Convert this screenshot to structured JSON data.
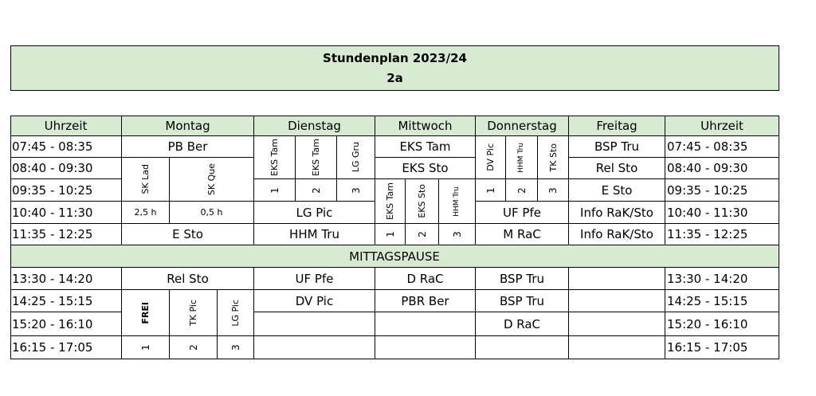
{
  "title": "Stundenplan 2023/24",
  "class_name": "2a",
  "headers": [
    "Uhrzeit",
    "Montag",
    "Dienstag",
    "Mittwoch",
    "Donnerstag",
    "Freitag",
    "Uhrzeit"
  ],
  "times": [
    "07:45 - 08:35",
    "08:40 - 09:30",
    "09:35 - 10:25",
    "10:40 - 11:30",
    "11:35 - 12:25",
    "13:30 - 14:20",
    "14:25 - 15:15",
    "15:20 - 16:10",
    "16:15 - 17:05"
  ],
  "break_label": "MITTAGSPAUSE",
  "montag": {
    "p1": "PB Ber",
    "group_a": "SK Lad",
    "group_b": "SK Que",
    "dur_a": "2,5 h",
    "dur_b": "0,5 h",
    "p5": "E Sto",
    "p6": "Rel Sto",
    "afternoon": [
      "FREI",
      "TK Pic",
      "LG Pic"
    ],
    "afternoon_nums": [
      "1",
      "2",
      "3"
    ]
  },
  "dienstag": {
    "groups": [
      "EKS Tam",
      "EKS Tam",
      "LG Gru"
    ],
    "nums": [
      "1",
      "2",
      "3"
    ],
    "p4": "LG Pic",
    "p5": "HHM Tru",
    "p6": "UF Pfe",
    "p7": "DV Pic"
  },
  "mittwoch": {
    "p1": "EKS Tam",
    "p2": "EKS Sto",
    "groups": [
      "EKS Tam",
      "EKS Sto",
      "HHM Tru"
    ],
    "nums": [
      "1",
      "2",
      "3"
    ],
    "p6": "D RaC",
    "p7": "PBR Ber"
  },
  "donnerstag": {
    "groups": [
      "DV Pic",
      "HHM Tru",
      "TK Sto"
    ],
    "nums": [
      "1",
      "2",
      "3"
    ],
    "p4": "UF Pfe",
    "p5": "M RaC",
    "p6": "BSP Tru",
    "p7": "BSP Tru",
    "p8": "D RaC"
  },
  "freitag": {
    "p1": "BSP Tru",
    "p2": "Rel Sto",
    "p3": "E Sto",
    "p4": "Info RaK/Sto",
    "p5": "Info RaK/Sto"
  }
}
